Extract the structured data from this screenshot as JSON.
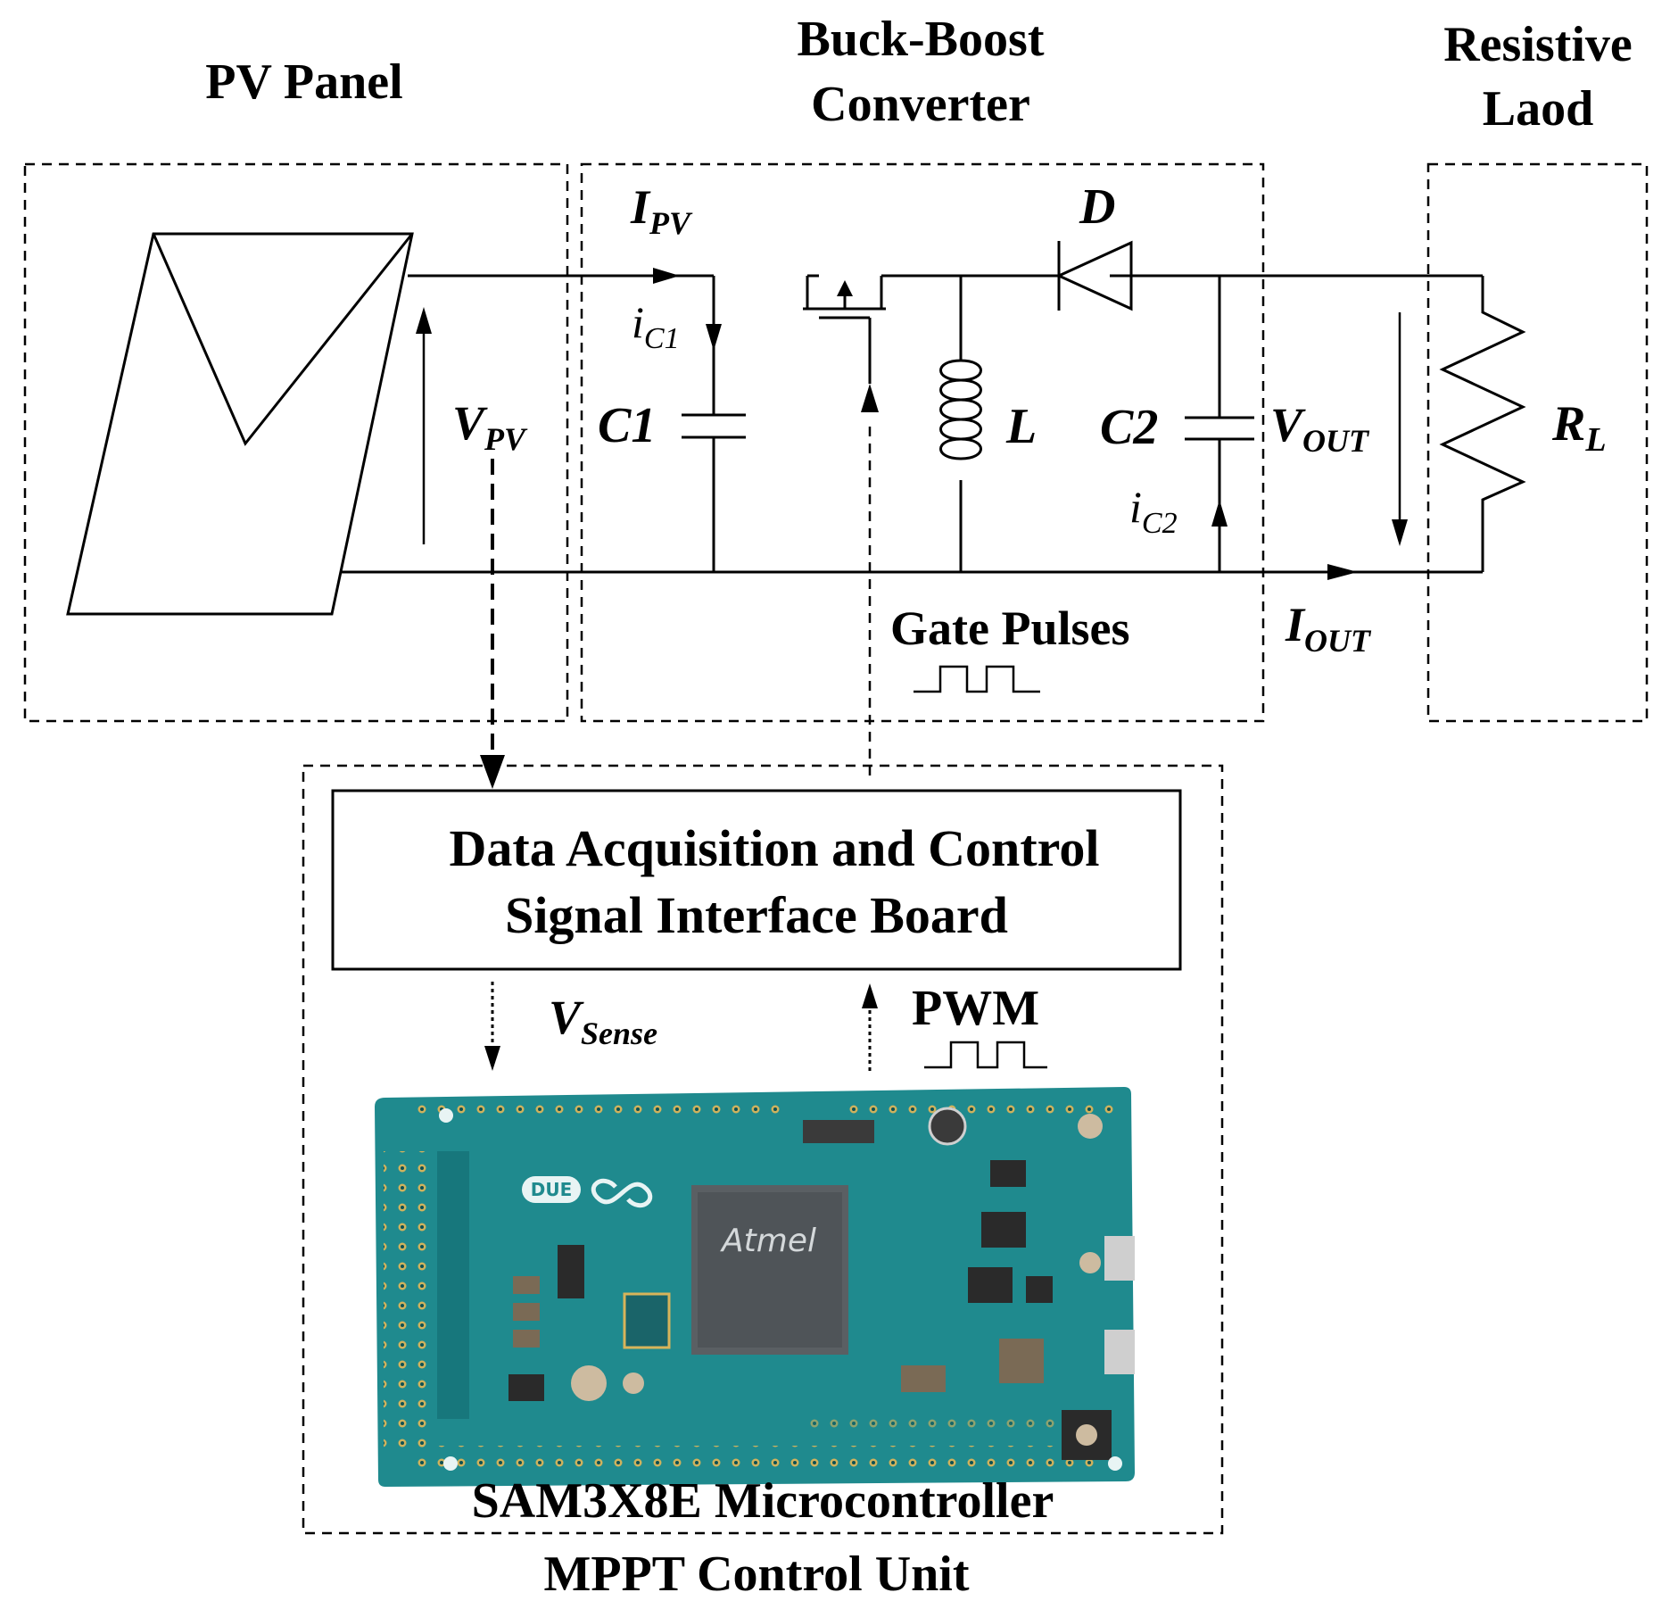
{
  "blocks": {
    "pv_panel": "PV Panel",
    "converter_line1": "Buck-Boost",
    "converter_line2": "Converter",
    "load_line1": "Resistive",
    "load_line2": "Laod",
    "interface_line1": "Data Acquisition and Control",
    "interface_line2": "Signal Interface Board",
    "microcontroller": "SAM3X8E Microcontroller",
    "control_unit": "MPPT Control Unit"
  },
  "labels": {
    "i_pv": {
      "main": "I",
      "sub": "PV"
    },
    "v_pv": {
      "main": "V",
      "sub": "PV"
    },
    "i_c1": {
      "main": "i",
      "sub": "C1"
    },
    "c1": "C1",
    "diode": "D",
    "inductor": "L",
    "c2": "C2",
    "i_c2": {
      "main": "i",
      "sub": "C2"
    },
    "v_out": {
      "main": "V",
      "sub": "OUT"
    },
    "r_l": {
      "main": "R",
      "sub": "L"
    },
    "i_out": {
      "main": "I",
      "sub": "OUT"
    },
    "gate_pulses": "Gate Pulses",
    "v_sense": {
      "main": "V",
      "sub": "Sense"
    },
    "pwm": "PWM"
  },
  "board_markings": {
    "chip_brand": "Atmel",
    "board_badge": "DUE"
  },
  "colors": {
    "pcb": "#1f8a8e",
    "pcb_dark": "#136a6f",
    "chip": "#5a5f63"
  }
}
